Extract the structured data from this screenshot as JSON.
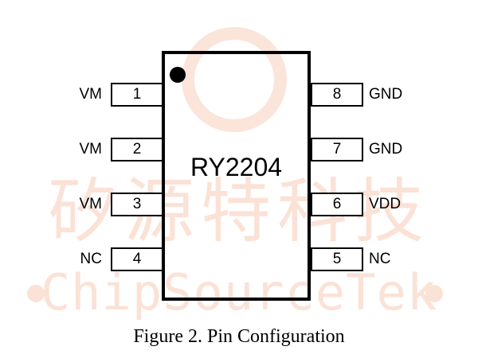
{
  "colors": {
    "outline": "#000000",
    "background": "#ffffff",
    "watermark": "#fbe2d6"
  },
  "watermark": {
    "cn_text": "矽源特科技",
    "en_text": "ChipSourceTek"
  },
  "chip": {
    "part_number": "RY2204"
  },
  "pins": {
    "p1": {
      "number": "1",
      "label": "VM"
    },
    "p2": {
      "number": "2",
      "label": "VM"
    },
    "p3": {
      "number": "3",
      "label": "VM"
    },
    "p4": {
      "number": "4",
      "label": "NC"
    },
    "p5": {
      "number": "5",
      "label": "NC"
    },
    "p6": {
      "number": "6",
      "label": "VDD"
    },
    "p7": {
      "number": "7",
      "label": "GND"
    },
    "p8": {
      "number": "8",
      "label": "GND"
    }
  },
  "caption": "Figure 2. Pin Configuration"
}
